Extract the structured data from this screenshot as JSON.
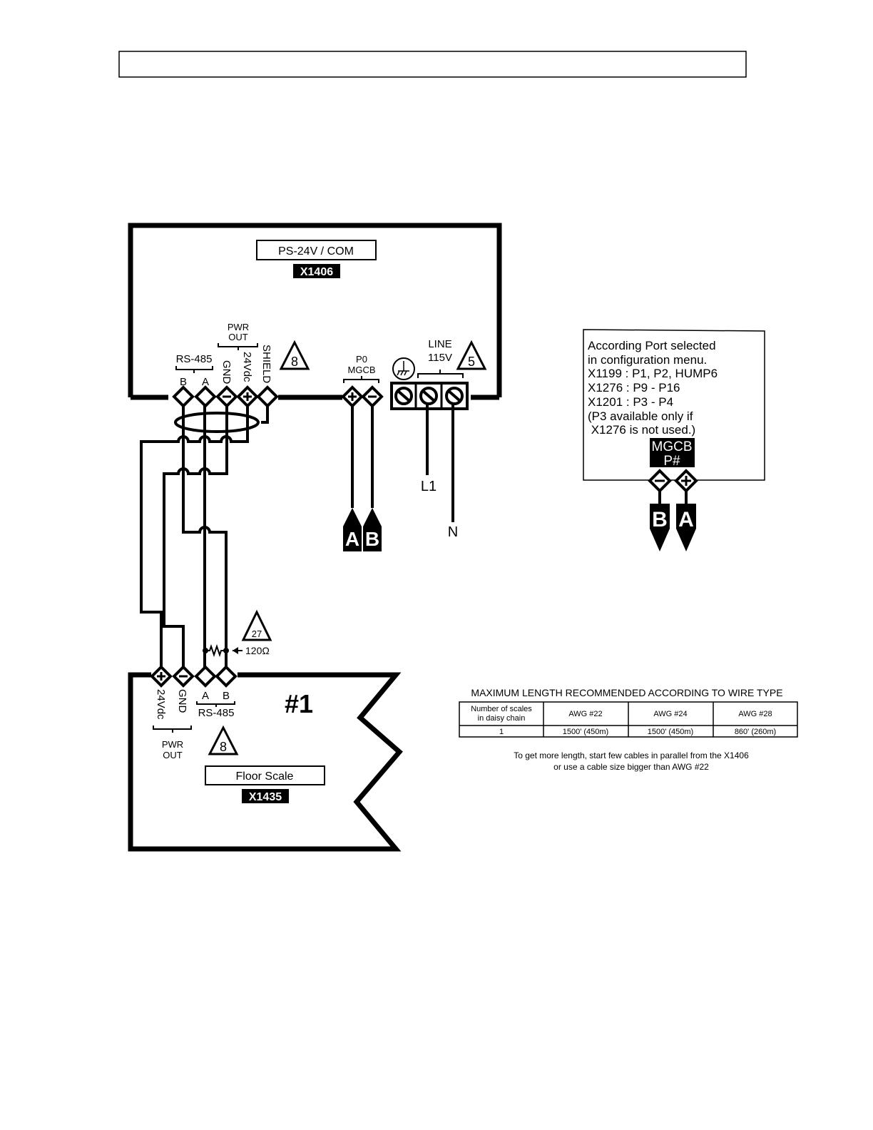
{
  "header_box": "",
  "controller": {
    "name": "PS-24V / COM",
    "model": "X1406",
    "rs485_label": "RS-485",
    "rs485_b": "B",
    "rs485_a": "A",
    "pwr_out_label_1": "PWR",
    "pwr_out_label_2": "OUT",
    "gnd_label": "GND",
    "v24_label": "24Vdc",
    "shield_label": "SHIELD",
    "p0_label": "P0",
    "mgcb_label": "MGCB",
    "line_label": "LINE",
    "line_voltage": "115V",
    "note_8": "8",
    "note_5": "5",
    "l1_label": "L1",
    "n_label": "N",
    "out_a": "A",
    "out_b": "B"
  },
  "port_note": {
    "lines": [
      "According Port selected",
      "in configuration menu.",
      "X1199 : P1, P2, HUMP6",
      "X1276 : P9 - P16",
      "X1201 : P3 - P4",
      "(P3 available only if",
      " X1276 is not used.)"
    ],
    "mgcb_label": "MGCB",
    "port_label": "P#",
    "out_b": "B",
    "out_a": "A"
  },
  "termination": {
    "note_27": "27",
    "resistor_label": "120Ω"
  },
  "scale": {
    "number": "#1",
    "name": "Floor Scale",
    "model": "X1435",
    "v24_label": "24Vdc",
    "gnd_label": "GND",
    "a_label": "A",
    "b_label": "B",
    "rs485_label": "RS-485",
    "pwr_out_label_1": "PWR",
    "pwr_out_label_2": "OUT",
    "note_8": "8"
  },
  "length_table": {
    "title": "MAXIMUM LENGTH RECOMMENDED ACCORDING TO WIRE TYPE",
    "header_scales_1": "Number of scales",
    "header_scales_2": "in daisy chain",
    "header_awg22": "AWG #22",
    "header_awg24": "AWG #24",
    "header_awg28": "AWG #28",
    "row_scales": "1",
    "row_awg22": "1500' (450m)",
    "row_awg24": "1500' (450m)",
    "row_awg28": "860' (260m)",
    "footnote_1": "To get more length, start few cables in parallel from the X1406",
    "footnote_2": "or use a cable size bigger than AWG #22"
  }
}
